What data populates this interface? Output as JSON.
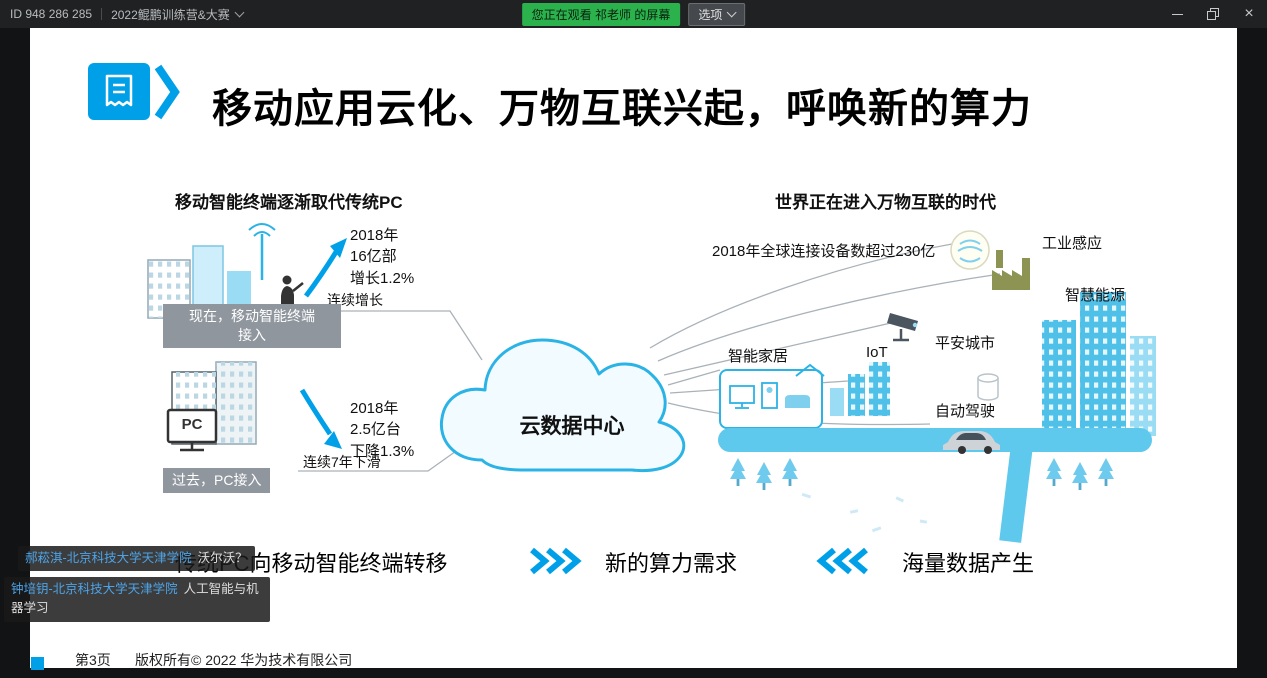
{
  "titlebar": {
    "meeting_id": "ID 948 286 285",
    "meeting_name": "2022鲲鹏训练营&大赛",
    "watching_badge": "您正在观看 祁老师 的屏幕",
    "options_label": "选项"
  },
  "slide": {
    "title": "移动应用云化、万物互联兴起，呼唤新的算力",
    "left": {
      "heading": "移动智能终端逐渐取代传统PC",
      "mobile_stat": "2018年\n16亿部\n增长1.2%",
      "mobile_trend": "连续增长",
      "mobile_label": "现在，移动智能终端\n接入",
      "pc_stat": "2018年\n2.5亿台\n下降1.3%",
      "pc_trend": "连续7年下滑",
      "pc_label": "过去，PC接入",
      "pc_monitor": "PC"
    },
    "cloud_label": "云数据中心",
    "right": {
      "heading": "世界正在进入万物互联的时代",
      "subtitle": "2018年全球连接设备数超过230亿",
      "smart_home": "智能家居",
      "iot": "IoT",
      "safe_city": "平安城市",
      "auto_driving": "自动驾驶",
      "industrial_sensing": "工业感应",
      "smart_energy": "智慧能源"
    },
    "flow": {
      "left": "传统PC向移动智能终端转移",
      "middle": "新的算力需求",
      "right": "海量数据产生"
    },
    "footer": {
      "page": "第3页",
      "copyright": "版权所有© 2022 华为技术有限公司"
    }
  },
  "chat": [
    {
      "name": "郝菘淇-北京科技大学天津学院",
      "message": "沃尔沃？"
    },
    {
      "name": "钟培钥-北京科技大学天津学院",
      "message": "人工智能与机器学习"
    }
  ],
  "colors": {
    "accent_blue": "#00a0e9",
    "light_blue": "#5fc8ed",
    "badge_green": "#2bb24c",
    "label_gray": "#8f969e"
  }
}
